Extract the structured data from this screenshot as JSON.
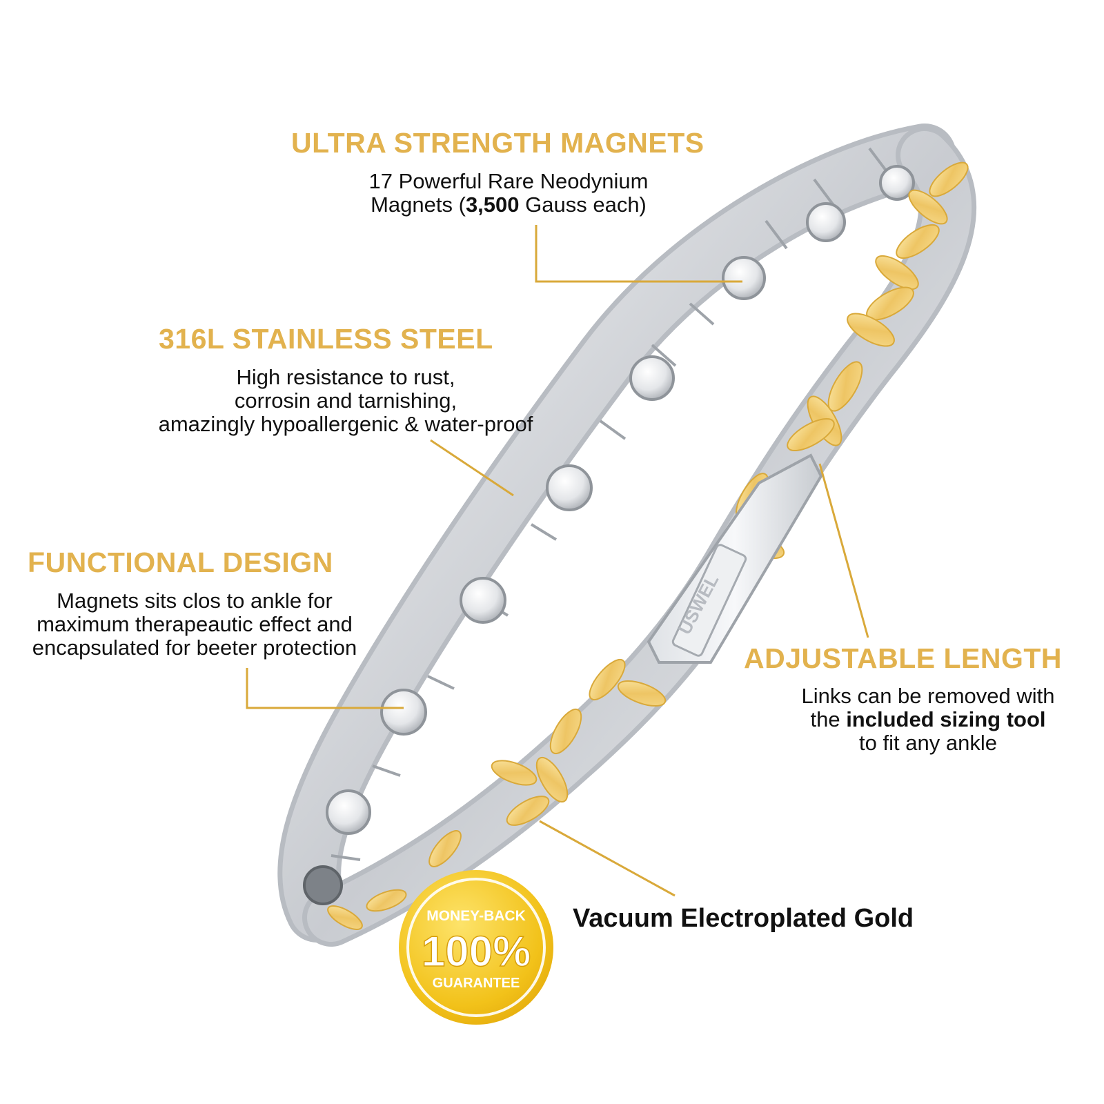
{
  "colors": {
    "accent_gold": "#E2B24E",
    "body_text": "#111111",
    "steel": "#D9DCE0",
    "badge_gold": "#F2C21A"
  },
  "features": {
    "magnets": {
      "title": "ULTRA STRENGTH MAGNETS",
      "line1": "17 Powerful Rare Neodynium",
      "line2_pre": "Magnets (",
      "line2_bold": "3,500",
      "line2_post": " Gauss each)"
    },
    "steel": {
      "title": "316L STAINLESS STEEL",
      "line1": "High resistance to rust,",
      "line2": "corrosin and tarnishing,",
      "line3": "amazingly hypoallergenic & water-proof"
    },
    "design": {
      "title": "FUNCTIONAL DESIGN",
      "line1": "Magnets sits clos to ankle for",
      "line2": "maximum therapeautic effect and",
      "line3": "encapsulated for beeter protection"
    },
    "length": {
      "title": "ADJUSTABLE LENGTH",
      "line1": "Links can be removed with",
      "line2_pre": "the ",
      "line2_bold": "included sizing tool",
      "line3": "to fit any ankle"
    },
    "gold": {
      "label": "Vacuum Electroplated Gold"
    }
  },
  "badge": {
    "top": "MONEY-BACK",
    "percent": "100%",
    "bottom": "GUARANTEE",
    "icon": "guarantee-seal-icon"
  },
  "product": {
    "brand_engraving": "USWEL",
    "icon": "anklet-bracelet-icon"
  }
}
